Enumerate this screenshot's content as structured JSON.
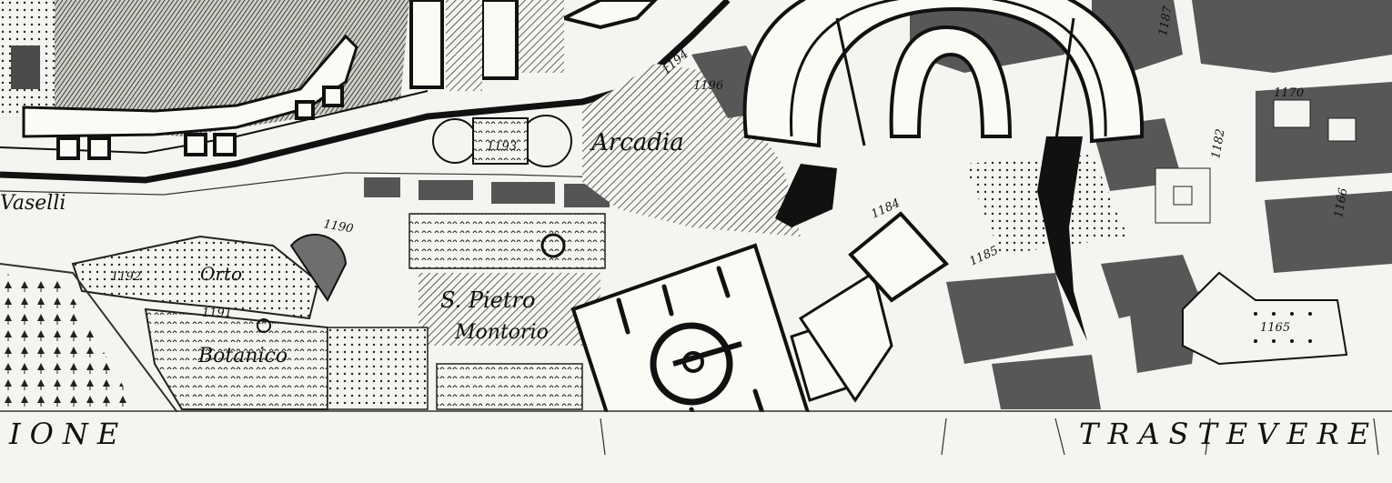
{
  "labels": {
    "arcadia": "Arcadia",
    "orto": "Orto",
    "botanico": "Botanico",
    "s_pietro": "S. Pietro",
    "montorio": "Montorio",
    "rione": "IONE",
    "trastevere": "TRASTEVERE",
    "edge_word": "Vaselli"
  },
  "parcel_numbers": {
    "n1193": "1193",
    "n1196": "1196",
    "n1192": "1192",
    "n1191": "1191",
    "n1190": "1190",
    "n1184": "1184",
    "n1185": "1185",
    "n1165": "1165",
    "n1170": "1170",
    "n1182": "1182",
    "n1166": "1166",
    "n1194": "1194",
    "n1187": "1187"
  },
  "colors": {
    "paper": "#f4f4f0",
    "ink": "#1a1a1a",
    "overlay_fill": "#fbfbf6",
    "shade": "#6e6e6e"
  }
}
